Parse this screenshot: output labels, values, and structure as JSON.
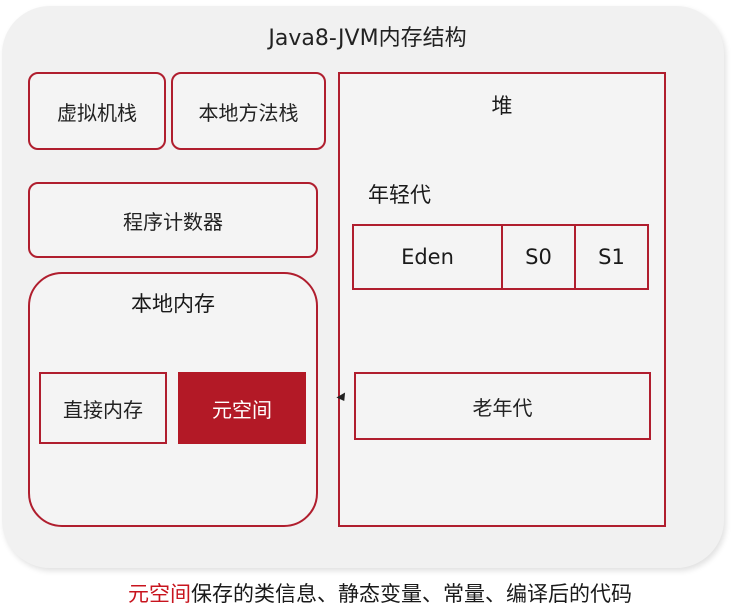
{
  "diagram": {
    "title": "Java8-JVM内存结构",
    "vm_stack": "虚拟机栈",
    "native_method_stack": "本地方法栈",
    "program_counter": "程序计数器",
    "native_memory": {
      "title": "本地内存",
      "direct_memory": "直接内存",
      "metaspace": "元空间"
    },
    "heap": {
      "title": "堆",
      "young_gen": "年轻代",
      "eden": "Eden",
      "s0": "S0",
      "s1": "S1",
      "old_gen": "老年代"
    }
  },
  "caption": {
    "highlight": "元空间",
    "rest": "保存的类信息、静态变量、常量、编译后的代码"
  },
  "colors": {
    "accent": "#b01e2e",
    "metaspace_fill": "#b31926",
    "panel_bg": "#f1f1f1"
  }
}
